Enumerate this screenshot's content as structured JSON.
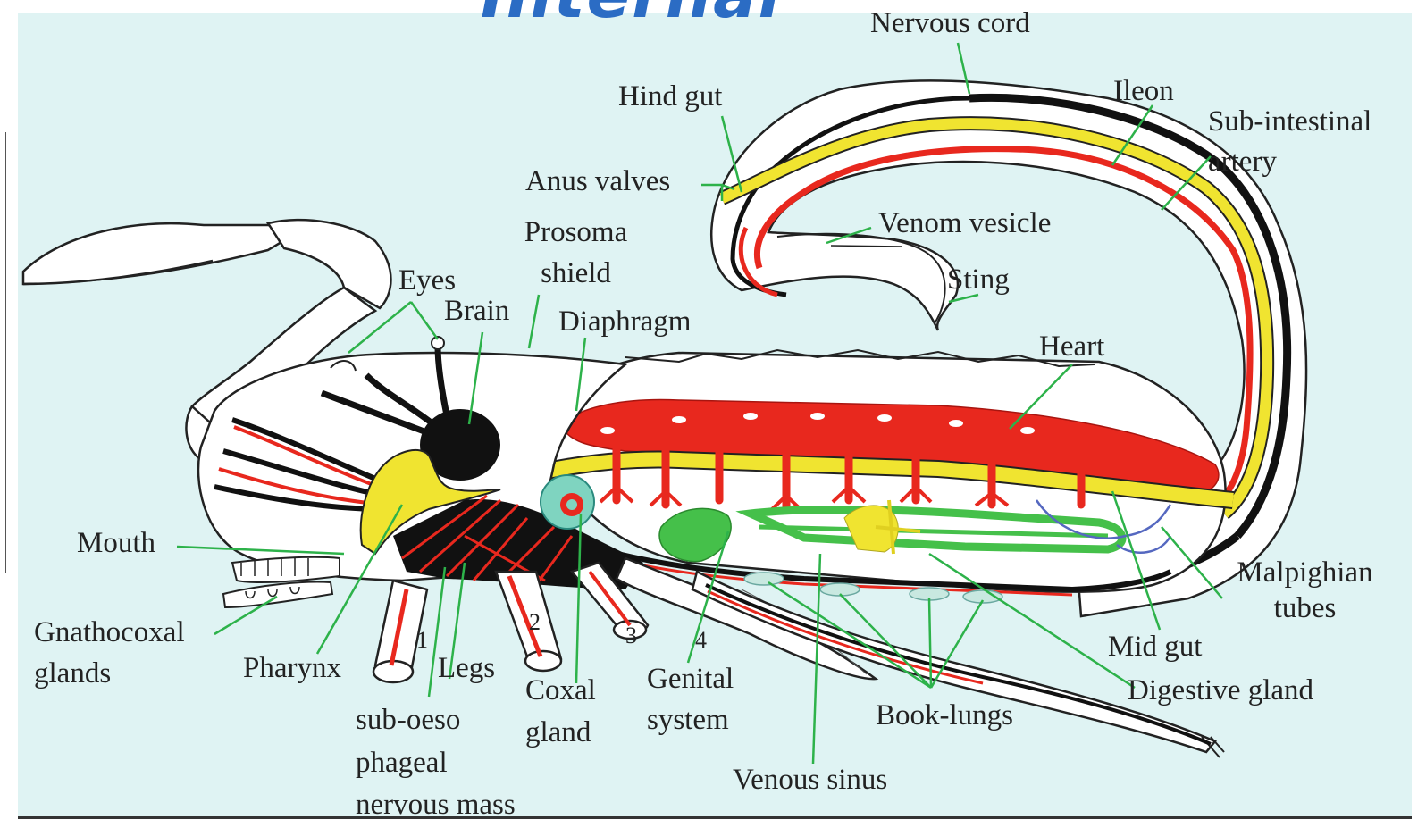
{
  "heading": "Internal",
  "labels": {
    "nervous_cord": "Nervous cord",
    "hind_gut": "Hind gut",
    "ileon": "Ileon",
    "sub_intestinal_1": "Sub-intestinal",
    "sub_intestinal_2": "artery",
    "anus_valves": "Anus valves",
    "venom_vesicle": "Venom vesicle",
    "prosoma_1": "Prosoma",
    "prosoma_2": "shield",
    "eyes": "Eyes",
    "brain": "Brain",
    "diaphragm": "Diaphragm",
    "sting": "Sting",
    "heart": "Heart",
    "mouth": "Mouth",
    "malpighian_1": "Malpighian",
    "malpighian_2": "tubes",
    "gnathocoxal_1": "Gnathocoxal",
    "gnathocoxal_2": "glands",
    "pharynx": "Pharynx",
    "legs": "Legs",
    "coxal_1": "Coxal",
    "coxal_2": "gland",
    "genital_1": "Genital",
    "genital_2": "system",
    "mid_gut": "Mid gut",
    "digestive_gland": "Digestive gland",
    "book_lungs": "Book-lungs",
    "sub_oeso_1": "sub-oeso",
    "sub_oeso_2": "phageal",
    "sub_oeso_3": "nervous mass",
    "venous_sinus": "Venous sinus",
    "leg_1": "1",
    "leg_2": "2",
    "leg_3": "3",
    "leg_4": "4"
  },
  "colors": {
    "background": "#dff3f3",
    "heading": "#2b6cc4",
    "blood_vessel": "#e8281e",
    "nerve": "#f0e430",
    "gland": "#45c04a",
    "leader_line": "#2db24a",
    "outline": "#222222"
  }
}
